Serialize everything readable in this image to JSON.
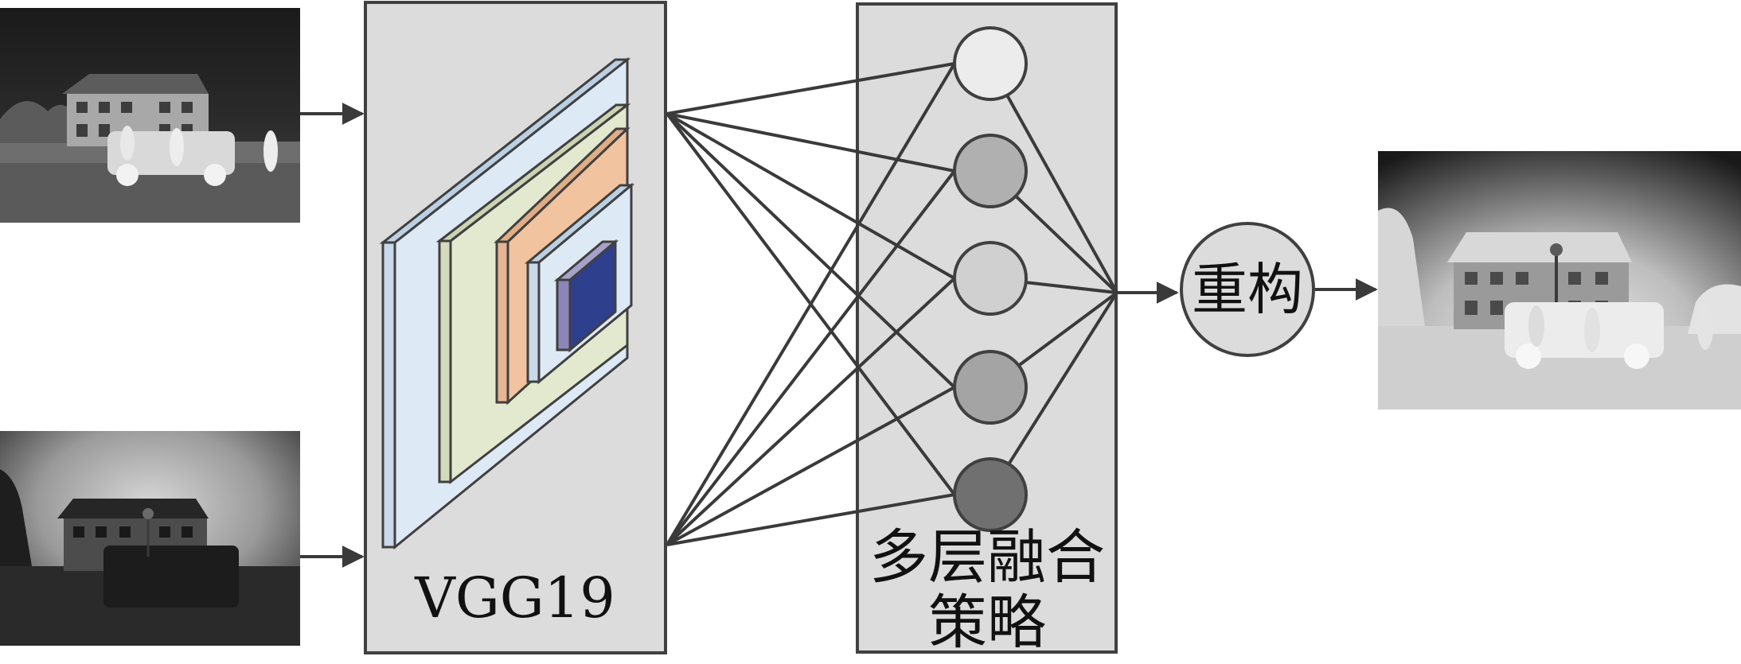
{
  "vgg_block": {
    "label": "VGG19"
  },
  "fusion_block": {
    "label_line1": "多层融合",
    "label_line2": "策略"
  },
  "reconstruct_node": {
    "label": "重构"
  },
  "inputs": [
    {
      "name": "infrared-input-image",
      "description_icon": "image-icon"
    },
    {
      "name": "visible-input-image",
      "description_icon": "image-icon"
    }
  ],
  "output": {
    "name": "fused-output-image",
    "description_icon": "image-icon"
  },
  "colors": {
    "block_fill": "#dcdcdc",
    "block_stroke": "#404040",
    "line": "#3a3a3a",
    "layer1": "#dde9f5",
    "layer2": "#e3e9cf",
    "layer3": "#f2c39f",
    "layer4": "#dde9f5",
    "layer5_side": "#8a86b8",
    "layer5_front": "#2e3f8e",
    "neuron_fills": [
      "#ececec",
      "#b0b0b0",
      "#d0d0d0",
      "#a4a4a4",
      "#707070"
    ]
  }
}
